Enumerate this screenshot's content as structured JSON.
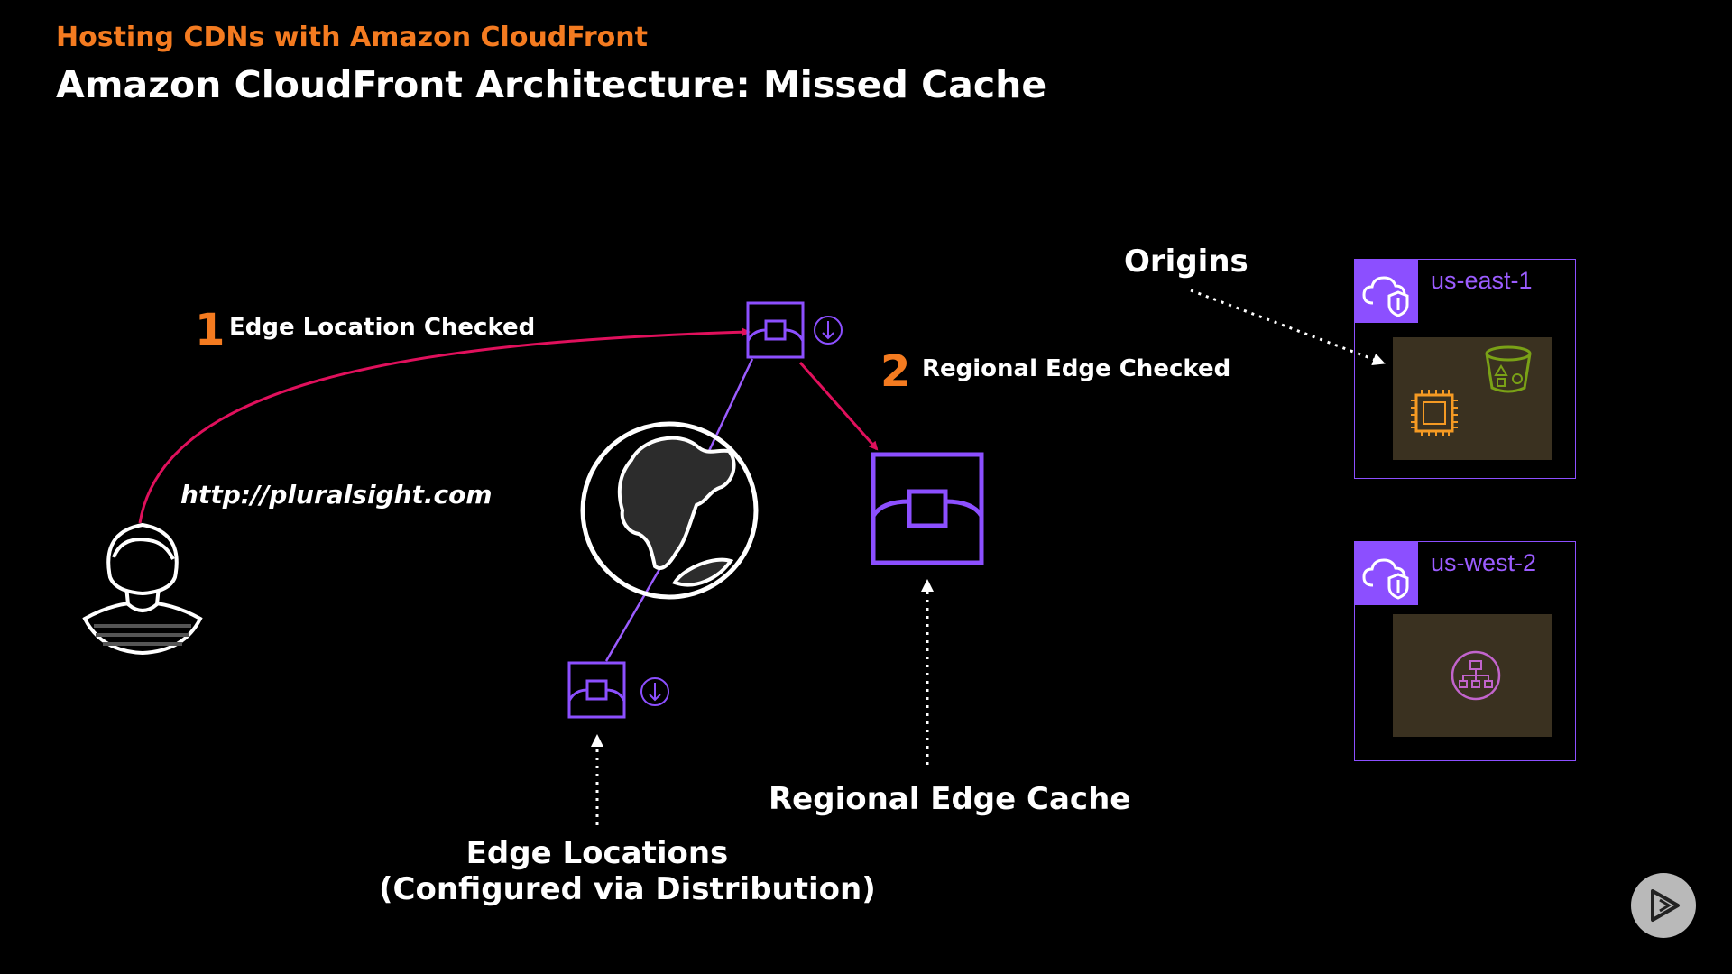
{
  "header": {
    "subtitle": "Hosting CDNs with Amazon CloudFront",
    "title": "Amazon CloudFront Architecture: Missed Cache"
  },
  "steps": [
    {
      "number": "1",
      "label": "Edge Location Checked"
    },
    {
      "number": "2",
      "label": "Regional Edge Checked"
    }
  ],
  "request_url": "http://pluralsight.com",
  "labels": {
    "origins": "Origins",
    "regional_edge_cache": "Regional Edge Cache",
    "edge_locations_line1": "Edge Locations",
    "edge_locations_line2": "(Configured via Distribution)"
  },
  "regions": [
    {
      "name": "us-east-1",
      "services": [
        "ec2-chip-icon",
        "s3-bucket-icon"
      ]
    },
    {
      "name": "us-west-2",
      "services": [
        "load-balancer-icon"
      ]
    }
  ],
  "icons": {
    "user": "user-avatar-icon",
    "globe": "globe-icon",
    "edge_location": "edge-location-icon",
    "regional_edge": "regional-edge-cache-icon",
    "download": "download-icon",
    "play": "play-icon"
  },
  "colors": {
    "accent_orange": "#f47b20",
    "purple": "#8c4fff",
    "request_path": "#e0105c",
    "background": "#000000",
    "region_inner": "#3a3120"
  }
}
